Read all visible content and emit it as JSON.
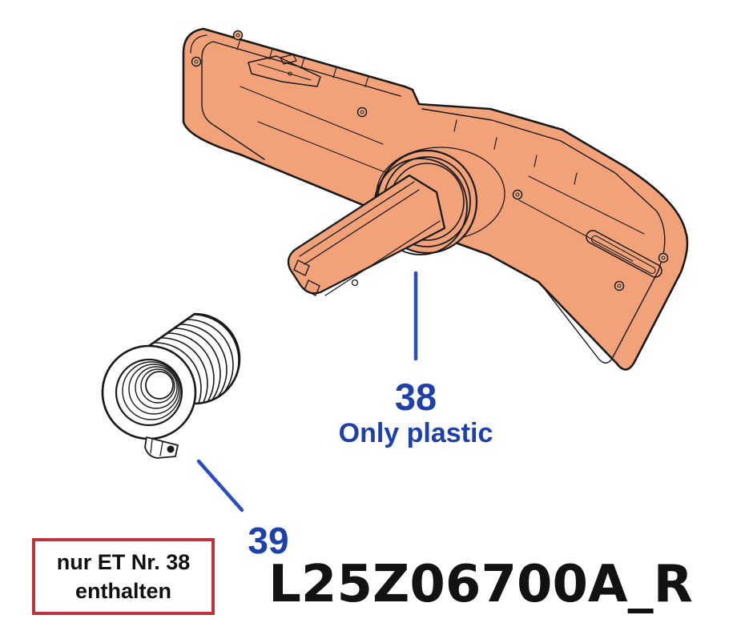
{
  "diagram": {
    "type": "exploded-parts-drawing",
    "labels": {
      "part38_number": "38",
      "part38_note": "Only plastic",
      "part39_number": "39"
    },
    "parts": [
      {
        "callout": "38",
        "name": "handle-housing",
        "description_visible": "Only plastic"
      },
      {
        "callout": "39",
        "name": "ribbed-bushing",
        "description_visible": ""
      }
    ],
    "note_box": {
      "line1": "nur ET Nr. 38",
      "line2": "enthalten"
    },
    "part_code": "L25Z06700A_R",
    "colors": {
      "housing_fill": "#f2a279",
      "housing_highlight": "#f6b28a",
      "outline": "#1a1a1a",
      "label_blue": "#1d40ac",
      "leader_blue": "#2a4cc4",
      "box_border_red": "#c1323c",
      "text_black": "#121212",
      "background": "#ffffff"
    }
  }
}
